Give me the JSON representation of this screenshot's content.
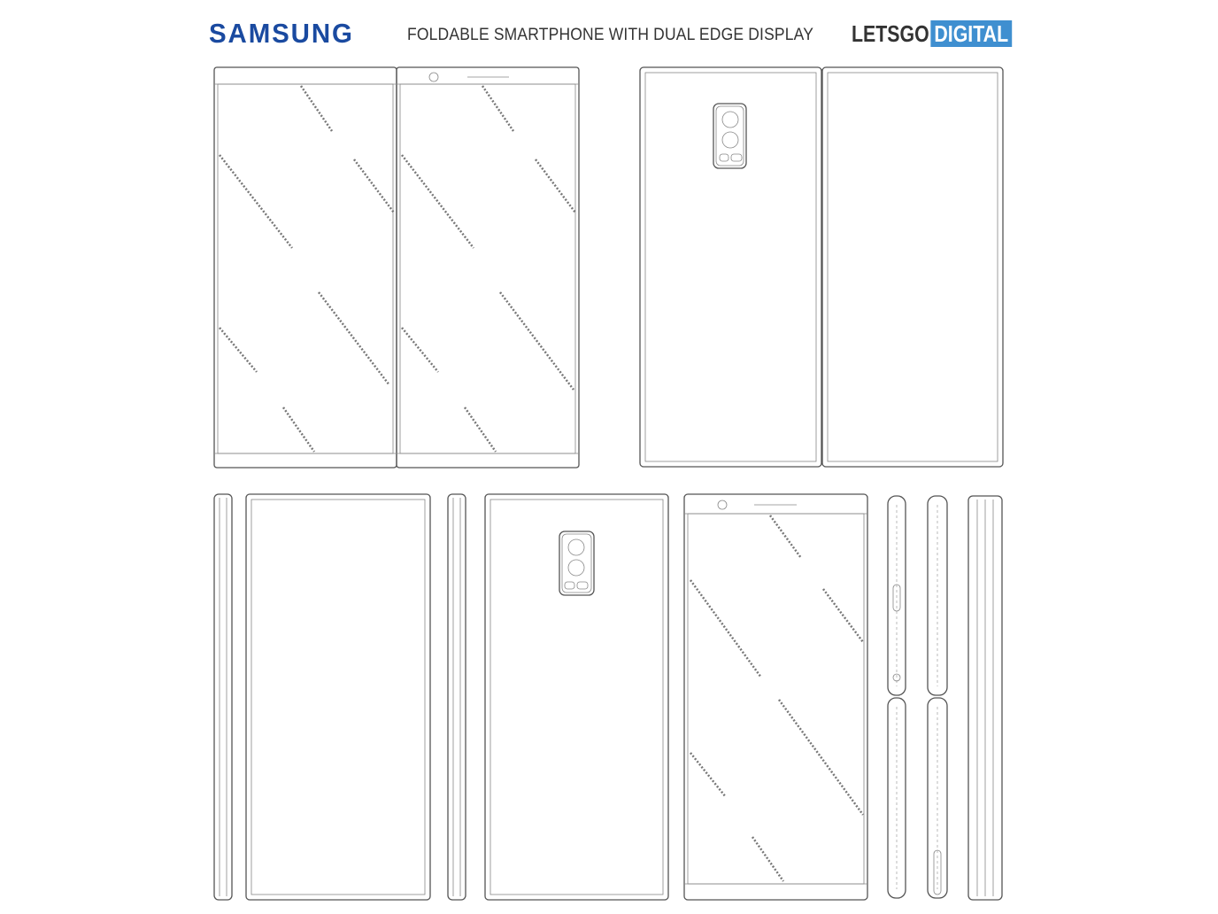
{
  "header": {
    "brand": "SAMSUNG",
    "title": "FOLDABLE SMARTPHONE WITH DUAL EDGE DISPLAY",
    "source_logo_dark": "LETSGO",
    "source_logo_highlight": "DIGITAL"
  },
  "colors": {
    "brand": "#1a4aa0",
    "logo_highlight": "#3f8fd0",
    "line": "#555555"
  }
}
